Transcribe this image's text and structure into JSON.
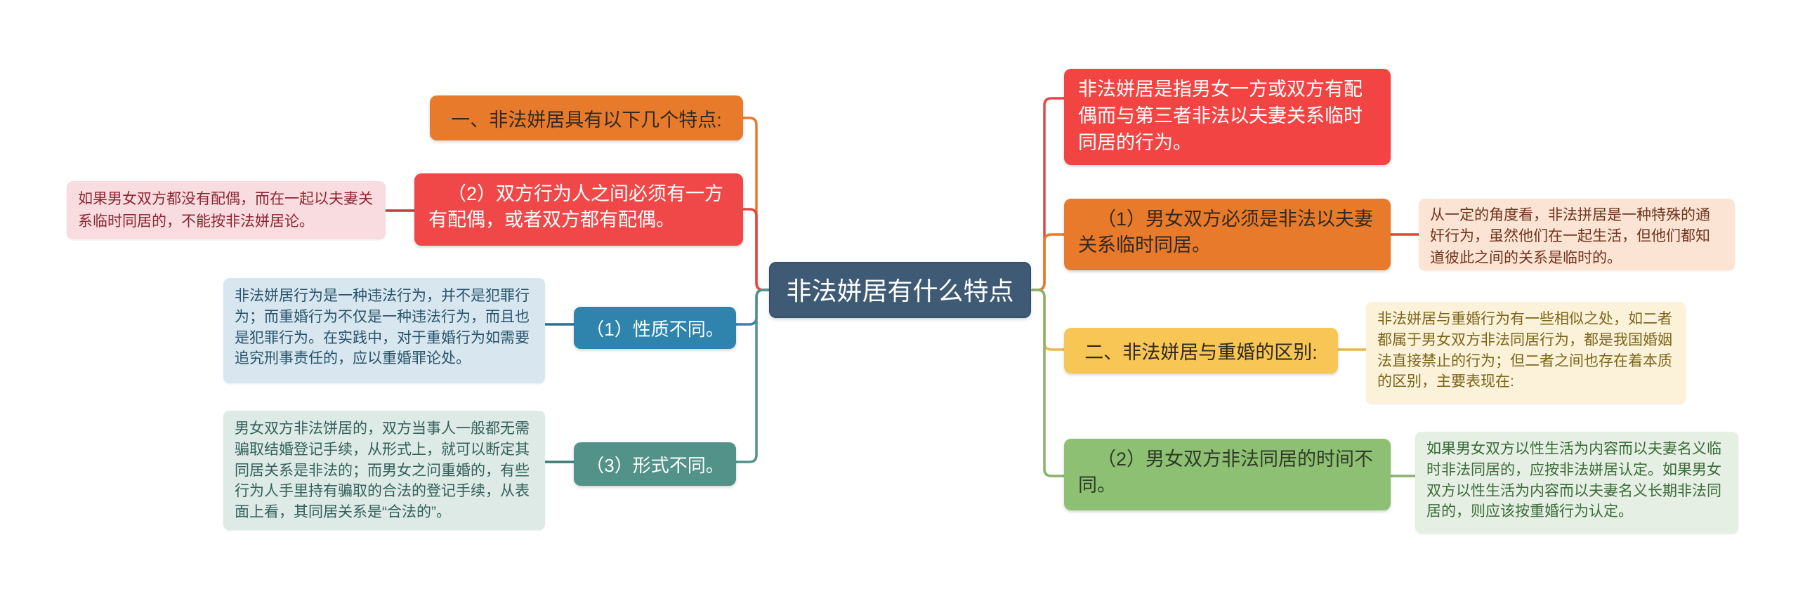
{
  "diagram": {
    "title": "非法姘居有什么特点",
    "left": {
      "points_header": "一、非法姘居具有以下几个特点:",
      "point2": "（2）双方行为人之间必须有一方有配偶，或者双方都有配偶。",
      "point2_note": "如果男女双方都没有配偶，而在一起以夫妻关系临时同居的，不能按非法姘居论。",
      "diff1": "（1）性质不同。",
      "diff1_note": "非法姘居行为是一种违法行为，并不是犯罪行为；而重婚行为不仅是一种违法行为，而且也是犯罪行为。在实践中，对于重婚行为如需要追究刑事责任的，应以重婚罪论处。",
      "diff3": "（3）形式不同。",
      "diff3_note": "男女双方非法饼居的，双方当事人一般都无需骗取结婚登记手续，从形式上，就可以断定其同居关系是非法的；而男女之问重婚的，有些行为人手里持有骗取的合法的登记手续，从表面上看，其同居关系是“合法的”。"
    },
    "right": {
      "definition": "非法姘居是指男女一方或双方有配偶而与第三者非法以夫妻关系临时同居的行为。",
      "point1": "（1）男女双方必须是非法以夫妻关系临时同居。",
      "point1_note": "从一定的角度看，非法拼居是一种特殊的通奸行为，虽然他们在一起生活，但他们都知道彼此之间的关系是临时的。",
      "diff_header": "二、非法姘居与重婚的区别:",
      "diff_header_note": "非法姘居与重婚行为有一些相似之处，如二者都属于男女双方非法同居行为，都是我国婚姻法直接禁止的行为；但二者之间也存在着本质的区别，主要表现在:",
      "diff2": "（2）男女双方非法同居的时间不同。",
      "diff2_note": "如果男女双方以性生活为内容而以夫妻名义临时非法同居的，应按非法姘居认定。如果男女双方以性生活为内容而以夫妻名义长期非法同居的，则应该按重婚行为认定。"
    },
    "palette": {
      "center_bg": "#3E5A75",
      "orange": "#E87A2B",
      "red": "#F04848",
      "blue": "#2E84AD",
      "teal": "#529289",
      "yellow": "#F7C655",
      "green": "#8EC073",
      "pink_note_bg": "#F9DCDF",
      "blue_note_bg": "#D8E7EF",
      "teal_note_bg": "#DEEAE5",
      "peach_note_bg": "#FBE4D3",
      "cream_note_bg": "#FBF2D9",
      "green_note_bg": "#E6EFE3"
    }
  }
}
